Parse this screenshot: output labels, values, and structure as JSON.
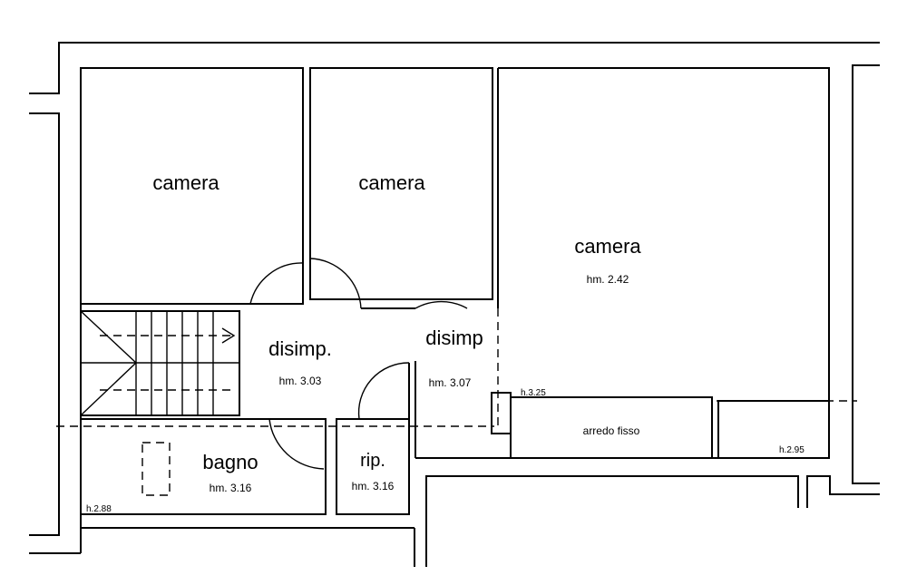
{
  "rooms": {
    "camera_1": {
      "name": "camera"
    },
    "camera_2": {
      "name": "camera"
    },
    "camera_3": {
      "name": "camera",
      "height": "hm. 2.42"
    },
    "disimp_1": {
      "name": "disimp.",
      "height": "hm. 3.03"
    },
    "disimp_2": {
      "name": "disimp",
      "height": "hm. 3.07"
    },
    "bagno": {
      "name": "bagno",
      "height": "hm. 3.16"
    },
    "rip": {
      "name": "rip.",
      "height": "hm. 3.16"
    }
  },
  "annotations": {
    "arredo_fisso": "arredo fisso",
    "h_325": "h.3.25",
    "h_295": "h.2.95",
    "h_288": "h.2.88"
  }
}
